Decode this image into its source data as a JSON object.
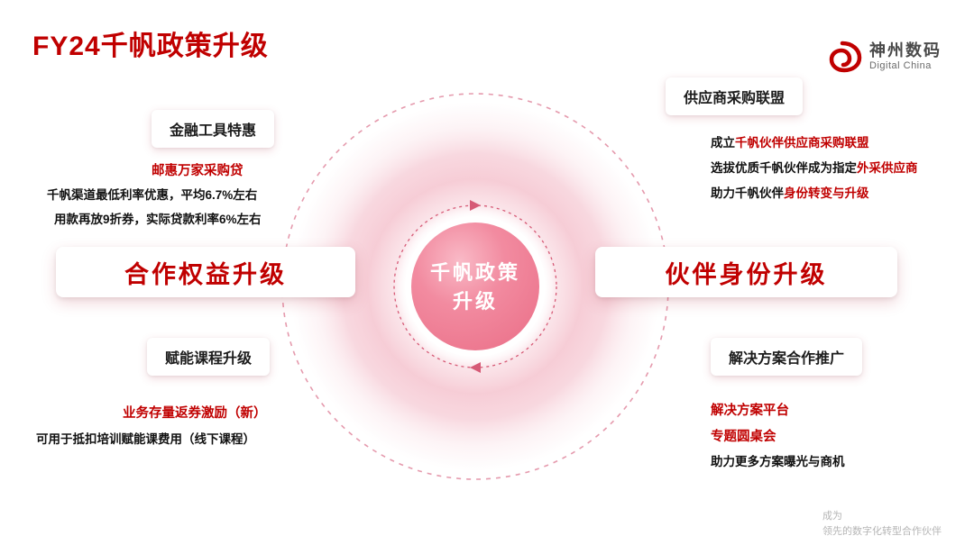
{
  "colors": {
    "accent": "#c00000",
    "pink": "#ef7e93"
  },
  "header": {
    "title": "FY24千帆政策升级"
  },
  "logo": {
    "cn": "神州数码",
    "en": "Digital China"
  },
  "center": {
    "line1": "千帆政策",
    "line2": "升级"
  },
  "left": {
    "finance_box": "金融工具特惠",
    "finance_highlight": "邮惠万家采购贷",
    "finance_line1": "千帆渠道最低利率优惠，平均6.7%左右",
    "finance_line2": "用款再放9折券，实际贷款利率6%左右",
    "main_title": "合作权益升级",
    "course_box": "赋能课程升级",
    "course_highlight": "业务存量返券激励（新）",
    "course_line1": "可用于抵扣培训赋能课费用（线下课程）"
  },
  "right": {
    "alliance_box": "供应商采购联盟",
    "alliance_l1_black": "成立",
    "alliance_l1_red": "千帆伙伴供应商采购联盟",
    "alliance_l2_black": "选拔优质千帆伙伴成为指定",
    "alliance_l2_red": "外采供应商",
    "alliance_l3_black": "助力千帆伙伴",
    "alliance_l3_red": "身份转变与升级",
    "main_title": "伙伴身份升级",
    "solution_box": "解决方案合作推广",
    "solution_l1_red": "解决方案平台",
    "solution_l2_red": "专题圆桌会",
    "solution_l3_black": "助力更多方案曝光与商机"
  },
  "footer": {
    "line1": "成为",
    "line2": "领先的数字化转型合作伙伴"
  }
}
